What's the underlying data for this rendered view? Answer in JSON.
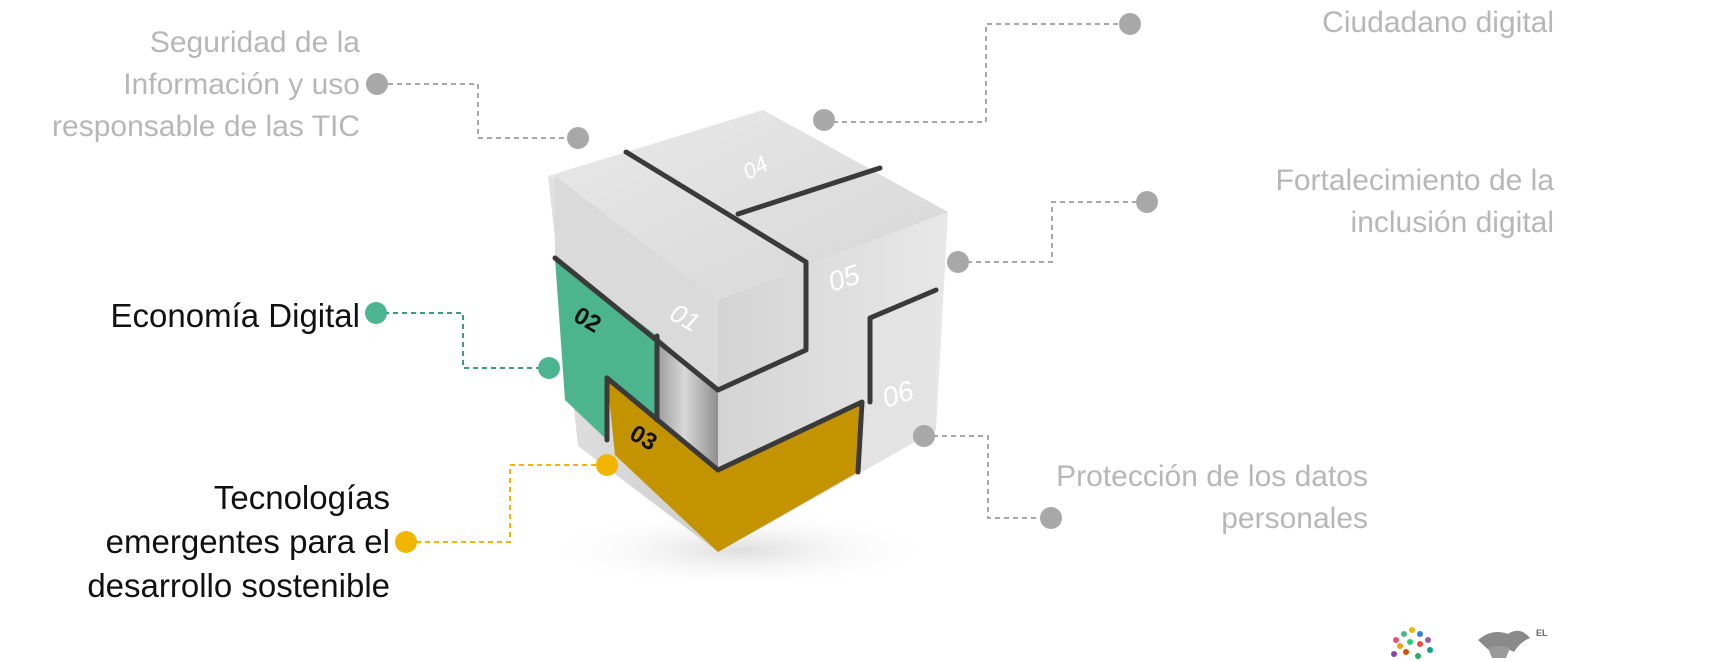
{
  "labels": {
    "seguridad": "Seguridad de la\nInformación y uso\nresponsable de las TIC",
    "ciudadano": "Ciudadano digital",
    "fortalecimiento": "Fortalecimiento de la\ninclusión digital",
    "economia": "Economía Digital",
    "tecnologias": "Tecnologías\nemergentes para el\ndesarrollo sostenible",
    "proteccion": "Protección de los datos\npersonales"
  },
  "cube_numbers": {
    "n01": "01",
    "n02": "02",
    "n03": "03",
    "n04": "04",
    "n05": "05",
    "n06": "06"
  },
  "logo": {
    "text": "EL"
  },
  "colors": {
    "green": "#4cb590",
    "gold": "#c49400",
    "yellow_dot": "#f3b600",
    "gray_dot": "#a8a8a8",
    "cube_light": "#dcdcdc",
    "cube_outline": "#3a3a3a"
  }
}
